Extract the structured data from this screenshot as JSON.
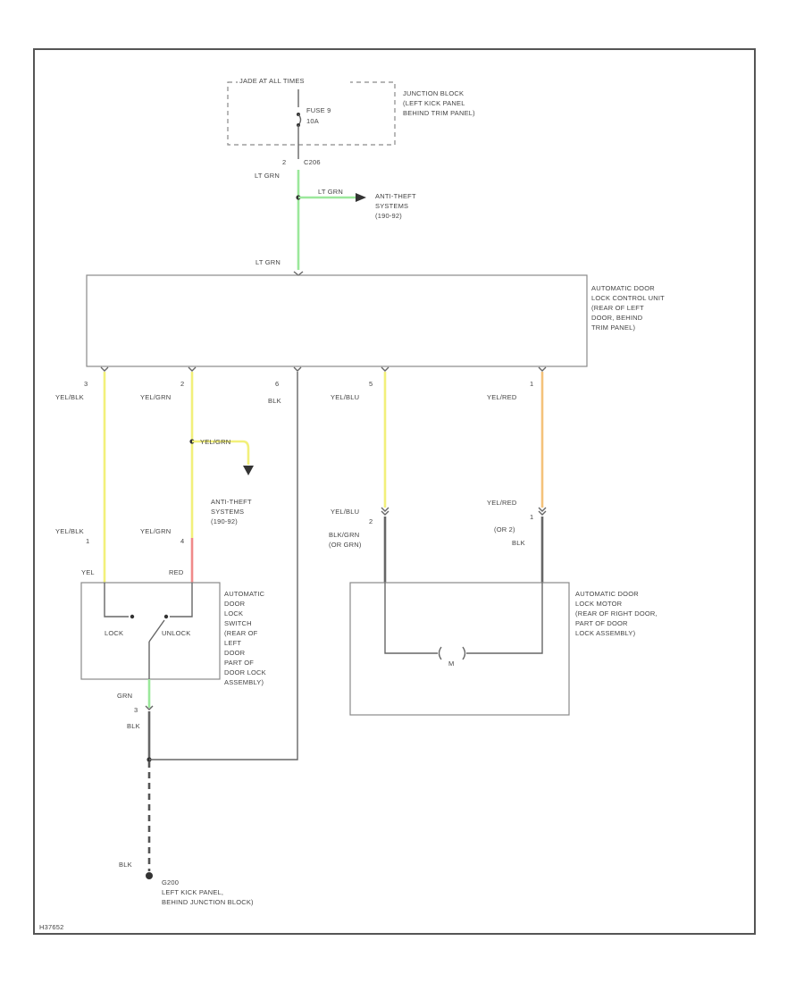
{
  "colors": {
    "lt_grn": "#9be89b",
    "yel": "#f2f07a",
    "yel_red": "#f4c27a",
    "red": "#f08a8a",
    "grn": "#9be89b",
    "wire_gray": "#666666",
    "frame": "#555555"
  },
  "junction_block": {
    "header": "JADE AT ALL TIMES",
    "fuse": "FUSE 9",
    "rating": "10A",
    "label_lines": [
      "JUNCTION BLOCK",
      "(LEFT KICK PANEL",
      "BEHIND TRIM PANEL)"
    ]
  },
  "upper_wire": {
    "pin": "2",
    "connector": "C206",
    "color_top": "LT GRN",
    "color_bottom": "LT GRN",
    "branch_color": "LT GRN"
  },
  "anti_theft_top": {
    "lines": [
      "ANTI-THEFT",
      "SYSTEMS",
      "(190-92)"
    ]
  },
  "control_unit": {
    "label_lines": [
      "AUTOMATIC DOOR",
      "LOCK CONTROL UNIT",
      "(REAR OF LEFT",
      "DOOR, BEHIND",
      "TRIM PANEL)"
    ]
  },
  "unit_pins": [
    {
      "pin": "3",
      "color": "YEL/BLK"
    },
    {
      "pin": "2",
      "color": "YEL/GRN"
    },
    {
      "pin": "6",
      "color": "BLK"
    },
    {
      "pin": "5",
      "color": "YEL/BLU"
    },
    {
      "pin": "1",
      "color": "YEL/RED"
    }
  ],
  "anti_theft_mid": {
    "branch_color": "YEL/GRN",
    "lines": [
      "ANTI-THEFT",
      "SYSTEMS",
      "(190-92)"
    ]
  },
  "switch_conn": {
    "pin_left": "1",
    "pin_right": "4",
    "color_left": "YEL/BLK",
    "color_right": "YEL/GRN",
    "wire_left": "YEL",
    "wire_right": "RED",
    "lock": "LOCK",
    "unlock": "UNLOCK",
    "label_lines": [
      "AUTOMATIC",
      "DOOR",
      "LOCK",
      "SWITCH",
      "(REAR OF",
      "LEFT",
      "DOOR",
      "PART OF",
      "DOOR LOCK",
      "ASSEMBLY)"
    ]
  },
  "motor_conn": {
    "pin_left": "2",
    "pin_right": "1",
    "color_left": "YEL/BLU",
    "color_right": "YEL/RED",
    "wire_left_lines": [
      "BLK/GRN",
      "(OR GRN)"
    ],
    "wire_right_lines": [
      "(OR 2)",
      "BLK"
    ],
    "motor": "M",
    "label_lines": [
      "AUTOMATIC DOOR",
      "LOCK MOTOR",
      "(REAR OF RIGHT DOOR,",
      "PART OF DOOR",
      "LOCK ASSEMBLY)"
    ]
  },
  "ground": {
    "grn": "GRN",
    "pin": "3",
    "blk": "BLK",
    "blk_bottom": "BLK",
    "id": "G200",
    "lines": [
      "LEFT KICK PANEL,",
      "BEHIND JUNCTION BLOCK)"
    ]
  },
  "footer": {
    "code": "H37652"
  }
}
